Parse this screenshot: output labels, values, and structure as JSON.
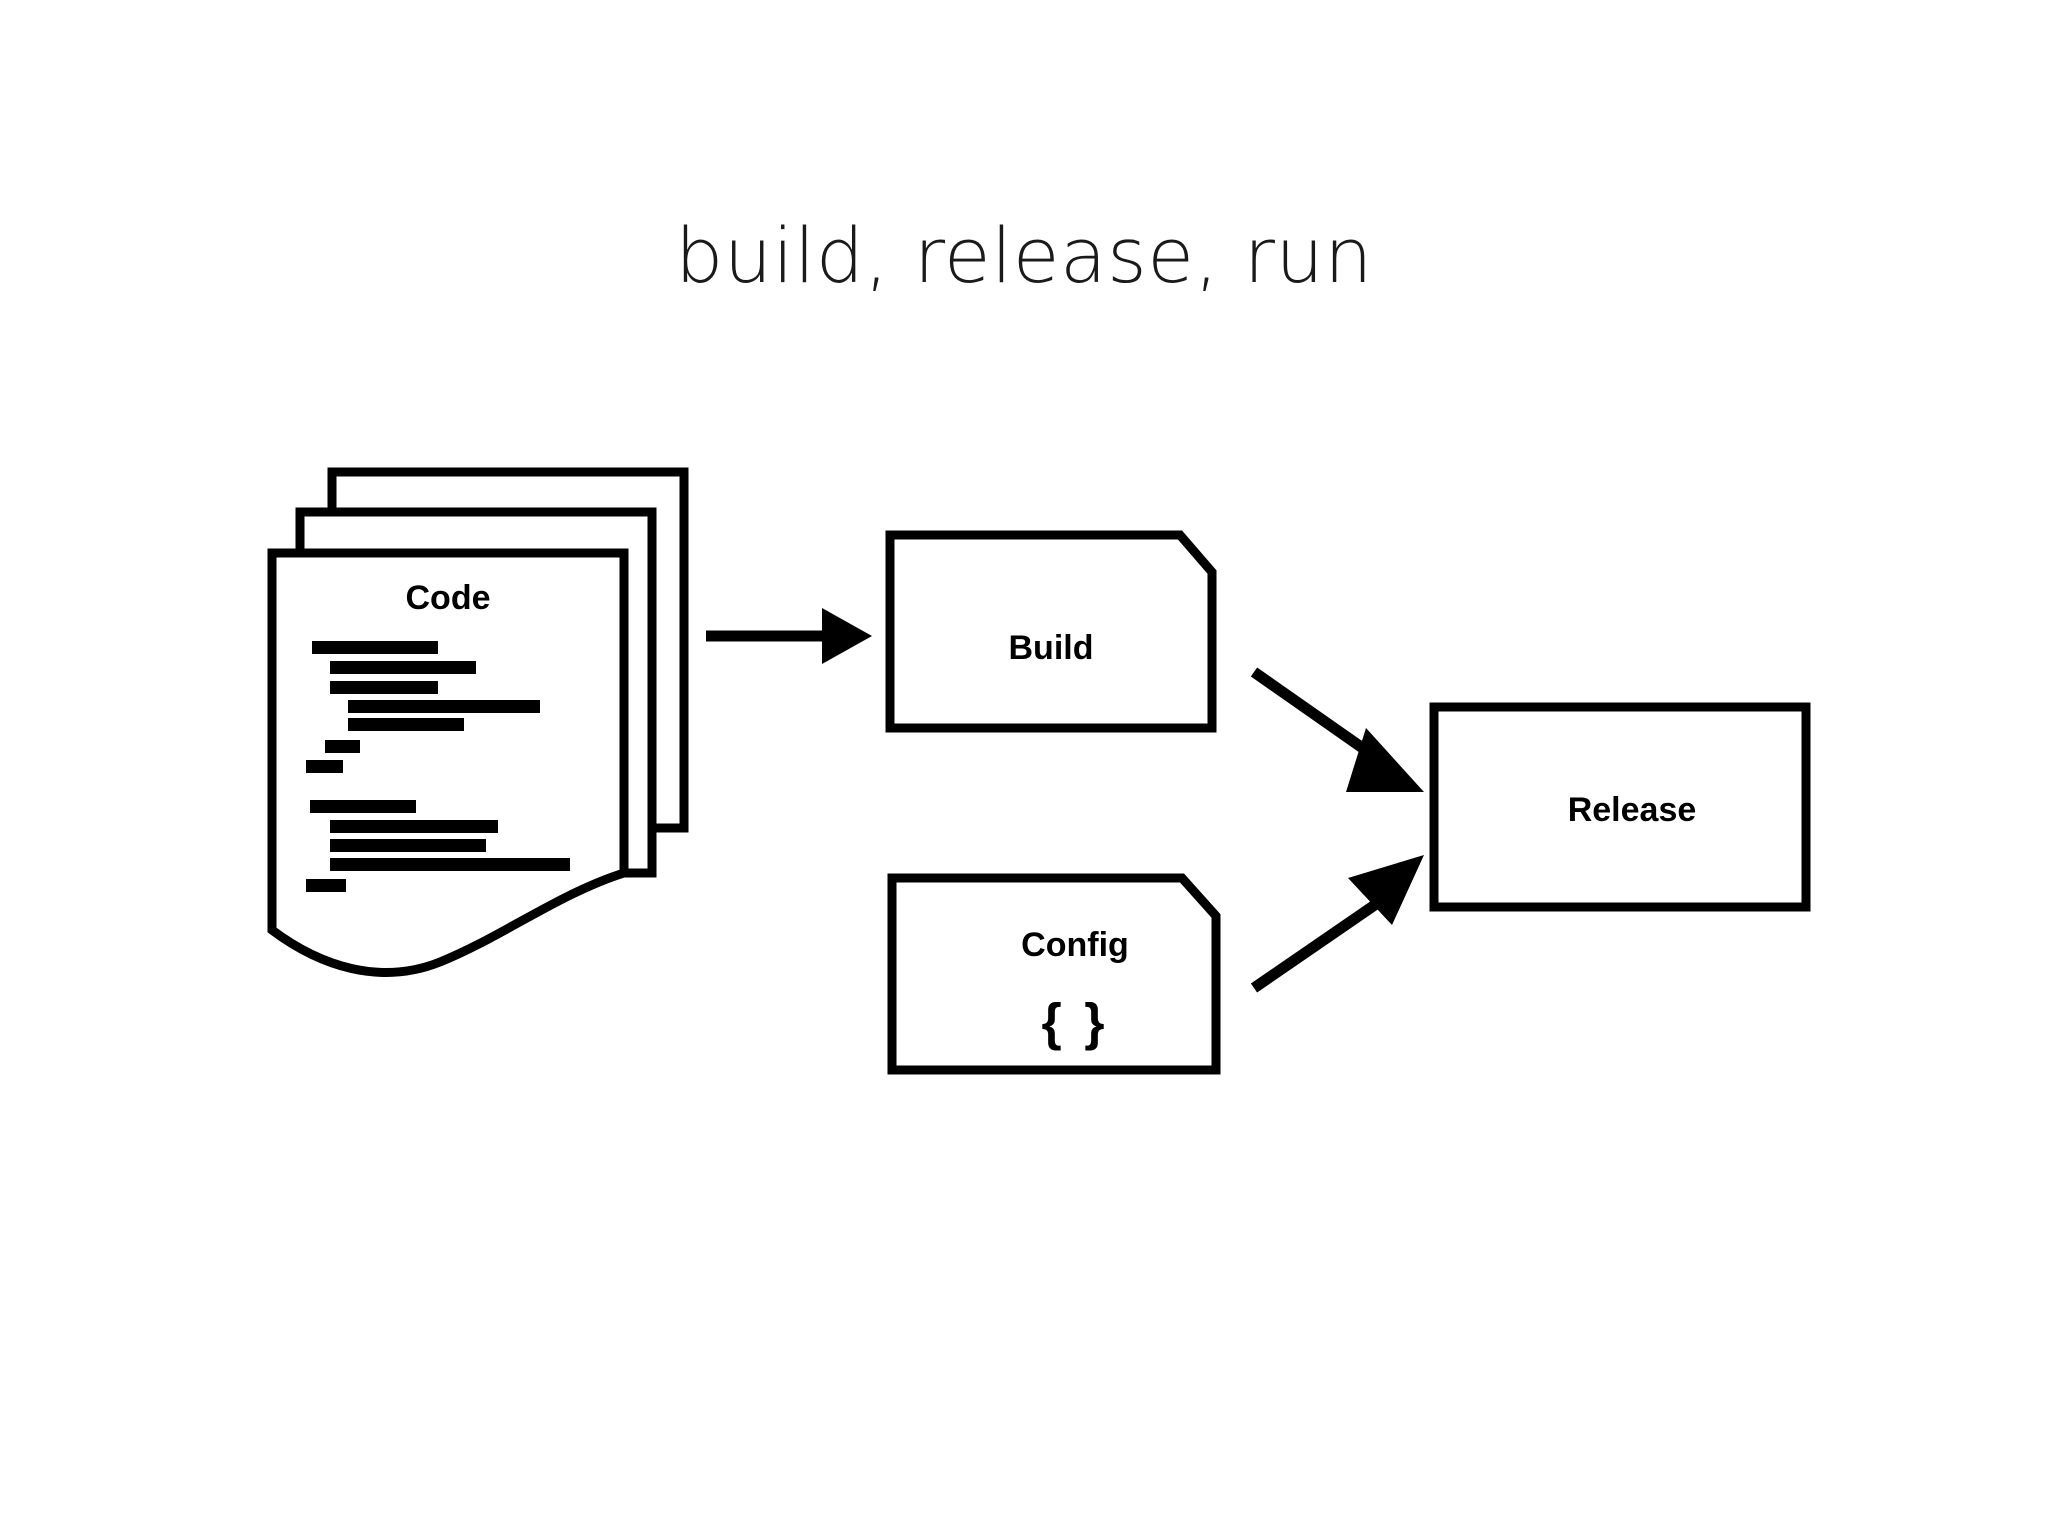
{
  "slide": {
    "title": "build, release, run",
    "background_color": "#ffffff",
    "ink_color": "#000000"
  },
  "diagram": {
    "type": "flow",
    "nodes": [
      {
        "id": "code",
        "label": "Code",
        "shape": "stacked-pages-with-curl",
        "stack_count": 3,
        "code_line_count": 12
      },
      {
        "id": "build",
        "label": "Build",
        "shape": "note-clipped-corner"
      },
      {
        "id": "config",
        "label": "Config",
        "sublabel": "{ }",
        "shape": "note-clipped-corner"
      },
      {
        "id": "release",
        "label": "Release",
        "shape": "rectangle"
      }
    ],
    "edges": [
      {
        "id": "code-to-build",
        "from": "code",
        "to": "build",
        "style": "straight-arrow",
        "direction": "right"
      },
      {
        "id": "build-to-release",
        "from": "build",
        "to": "release",
        "style": "straight-arrow",
        "direction": "down-right"
      },
      {
        "id": "config-to-release",
        "from": "config",
        "to": "release",
        "style": "straight-arrow",
        "direction": "up-right"
      }
    ]
  }
}
